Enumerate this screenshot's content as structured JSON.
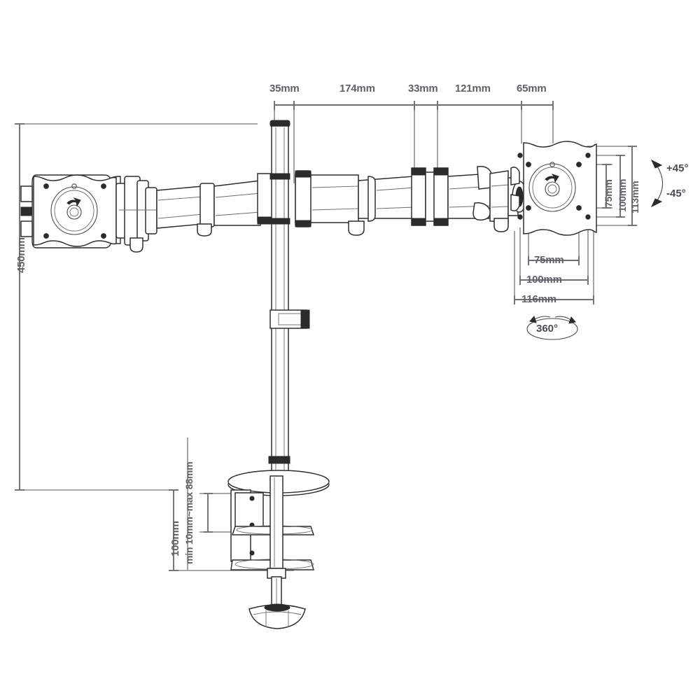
{
  "drawing": {
    "title": "Dual monitor desk mount dimension drawing",
    "units": "mm",
    "line_color": "#6d7073",
    "outline_color": "#2b2b2b",
    "text_color": "#5f6266",
    "background": "#ffffff"
  },
  "dimensions": {
    "top": [
      {
        "id": "d-35",
        "label": "35mm"
      },
      {
        "id": "d-174",
        "label": "174mm"
      },
      {
        "id": "d-33",
        "label": "33mm"
      },
      {
        "id": "d-121",
        "label": "121mm"
      },
      {
        "id": "d-65",
        "label": "65mm"
      }
    ],
    "left": [
      {
        "id": "d-450",
        "label": "450mm"
      },
      {
        "id": "d-100-pole",
        "label": "100mm"
      },
      {
        "id": "d-clamp-range",
        "label": "min 10mm~max 88mm"
      }
    ],
    "right_vertical": [
      {
        "id": "d-75-v",
        "label": "75mm"
      },
      {
        "id": "d-100-v",
        "label": "100mm"
      },
      {
        "id": "d-113-v",
        "label": "113mm"
      }
    ],
    "right_horizontal": [
      {
        "id": "d-75-h",
        "label": "75mm"
      },
      {
        "id": "d-100-h",
        "label": "100mm"
      },
      {
        "id": "d-116-h",
        "label": "116mm"
      }
    ]
  },
  "annotations": {
    "tilt_up": "+45°",
    "tilt_down": "-45°",
    "rotation": "360°"
  },
  "icons": {
    "tilt": "tilt-arc-icon",
    "rotation": "rotation-ellipse-icon",
    "vesa_plate": "vesa-plate-icon",
    "desk_clamp": "desk-clamp-icon",
    "monitor_arm": "monitor-arm-icon",
    "pole": "vertical-pole-icon",
    "cable_clip": "cable-clip-icon"
  }
}
